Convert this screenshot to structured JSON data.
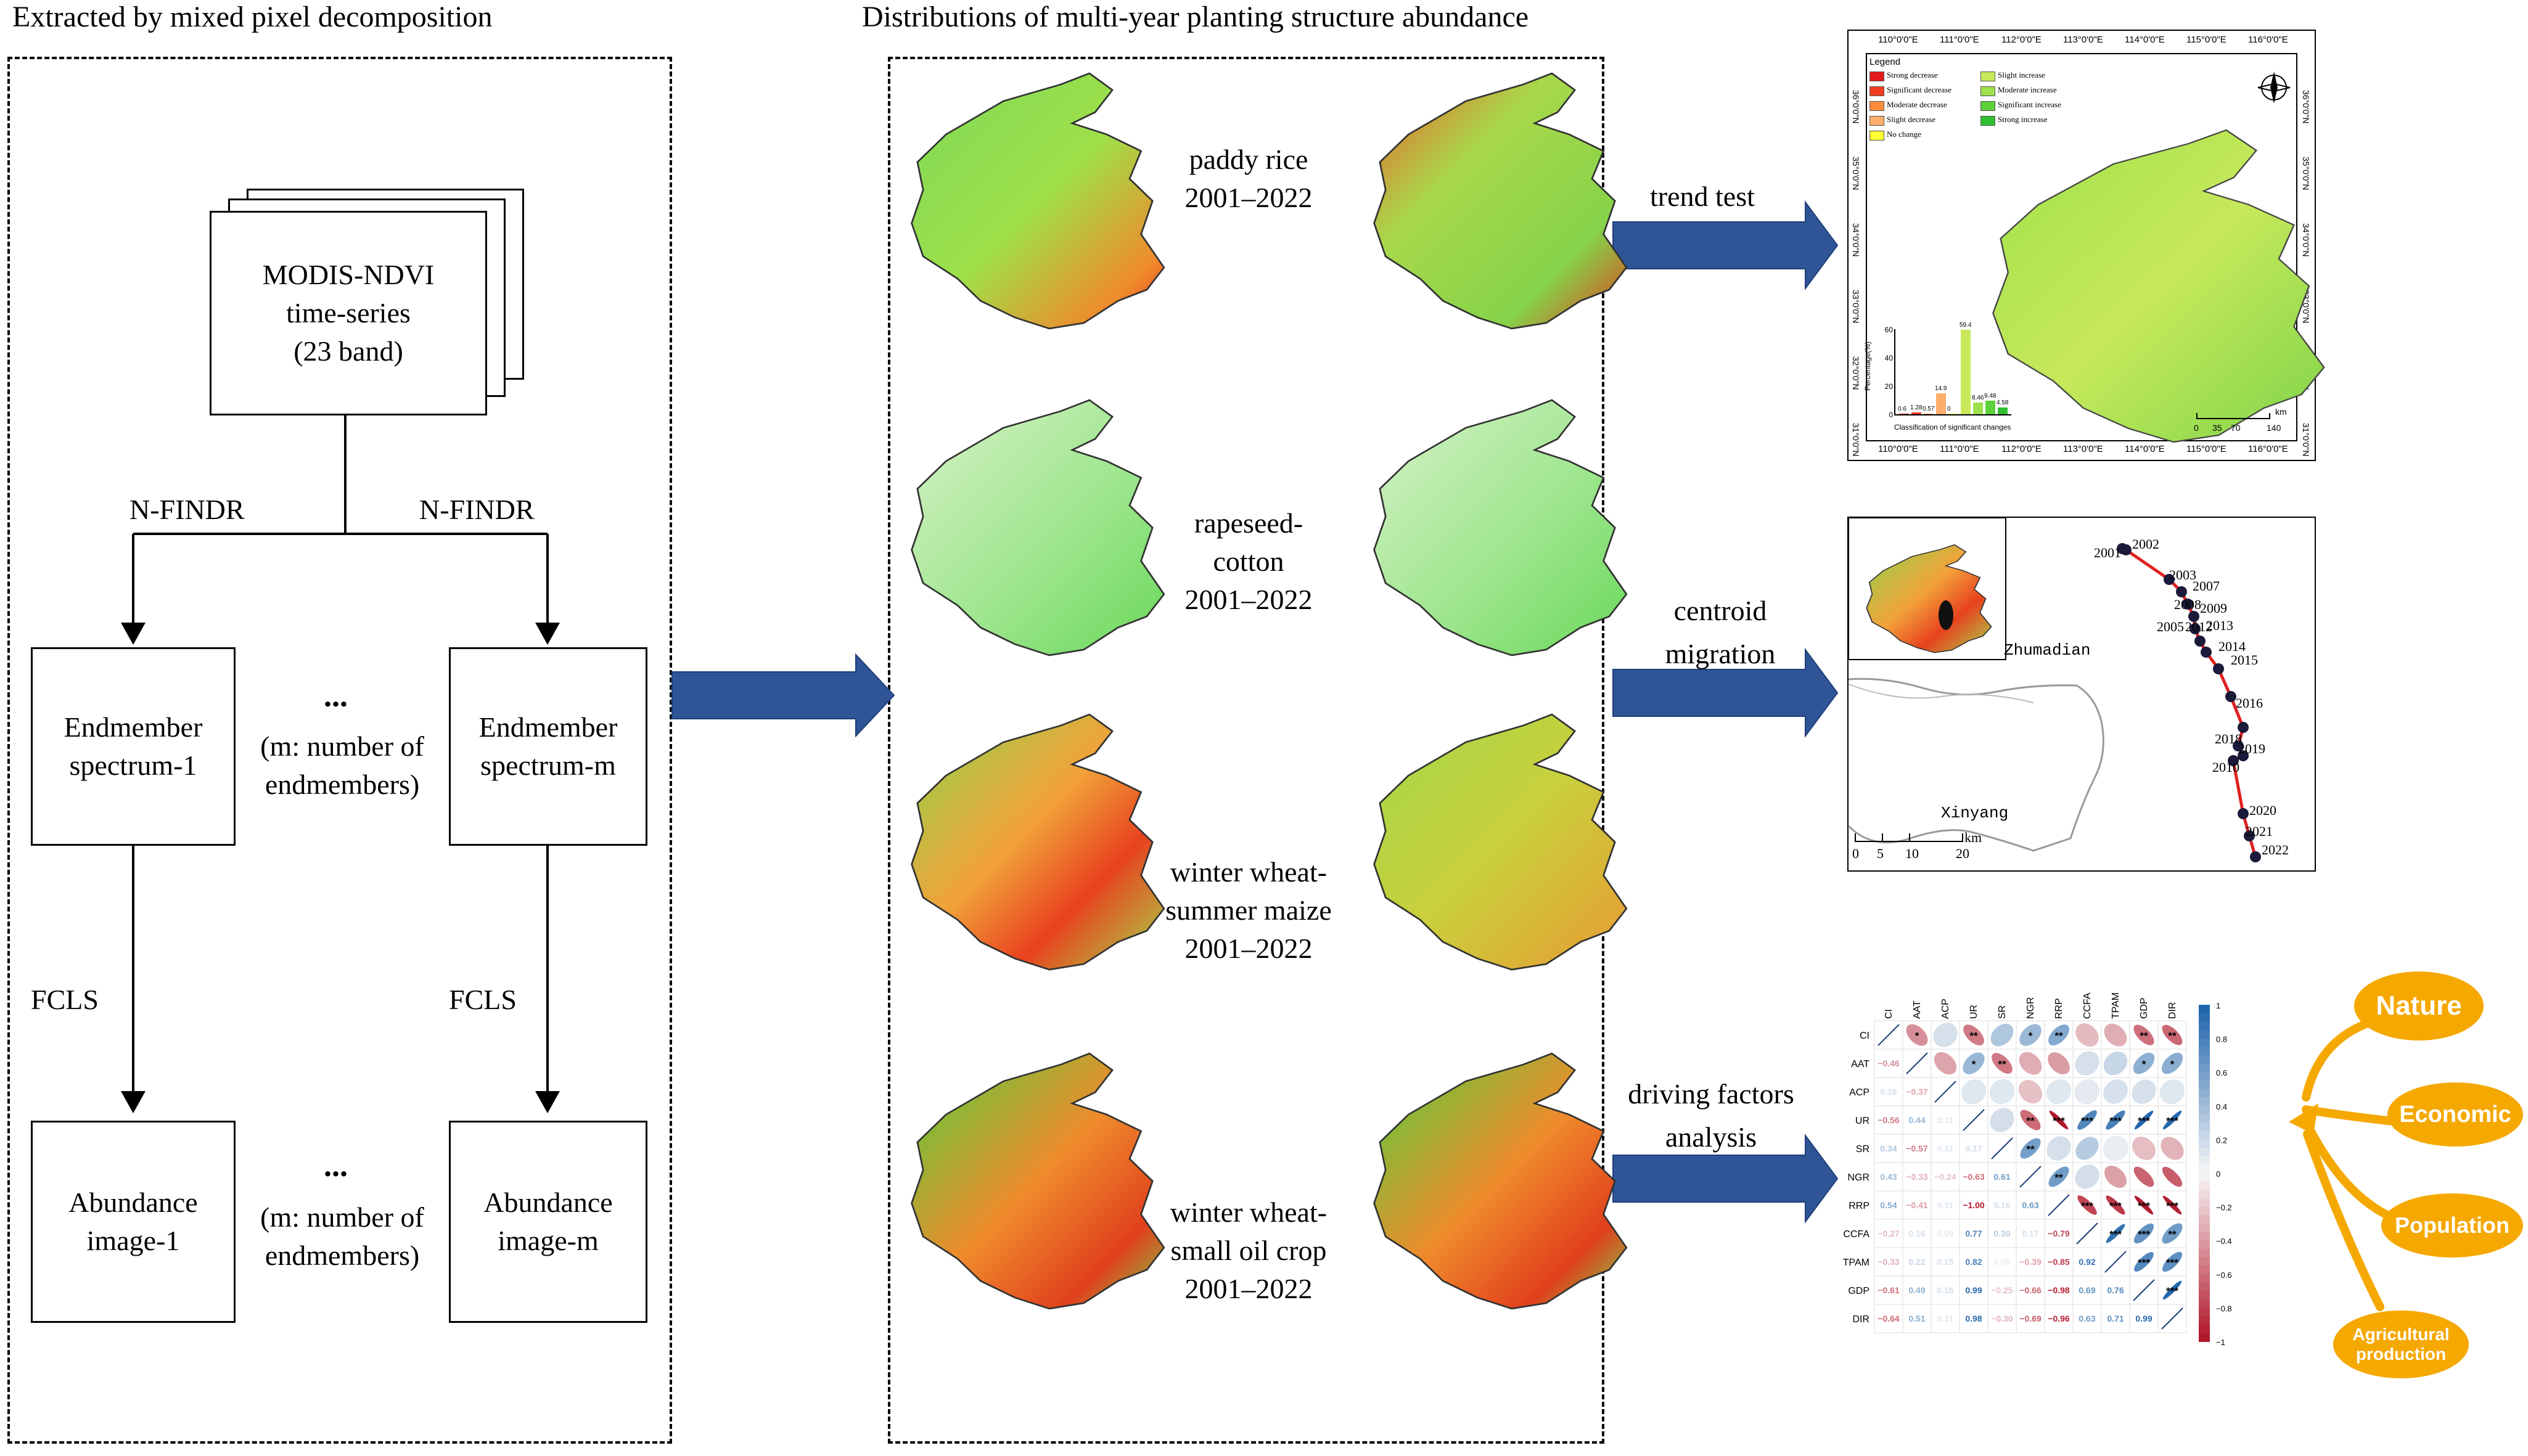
{
  "headings": {
    "left": "Extracted by mixed pixel decomposition",
    "middle": "Distributions of multi-year planting structure abundance"
  },
  "flow": {
    "modis": [
      "MODIS-NDVI",
      "time-series",
      "(23 band)"
    ],
    "nfindr_left": "N-FINDR",
    "nfindr_right": "N-FINDR",
    "end1": [
      "Endmember",
      "spectrum-1"
    ],
    "endm": [
      "Endmember",
      "spectrum-m"
    ],
    "ellipsis": "...",
    "mnote": [
      "(m: number of",
      "endmembers)"
    ],
    "fcls_left": "FCLS",
    "fcls_right": "FCLS",
    "abund1": [
      "Abundance",
      "image-1"
    ],
    "abundm": [
      "Abundance",
      "image-m"
    ]
  },
  "crops": [
    {
      "lines": [
        "paddy rice",
        "2001–2022"
      ]
    },
    {
      "lines": [
        "rapeseed-",
        "cotton",
        "2001–2022"
      ]
    },
    {
      "lines": [
        "winter wheat-",
        "summer maize",
        "2001–2022"
      ]
    },
    {
      "lines": [
        "winter wheat-",
        "small oil crop",
        "2001–2022"
      ]
    }
  ],
  "analyses": {
    "trend": "trend test",
    "centroid": [
      "centroid",
      "migration"
    ],
    "driving": [
      "driving factors",
      "analysis"
    ]
  },
  "trend_map": {
    "lon_ticks": [
      "110°0'0\"E",
      "111°0'0\"E",
      "112°0'0\"E",
      "113°0'0\"E",
      "114°0'0\"E",
      "115°0'0\"E",
      "116°0'0\"E"
    ],
    "lat_ticks": [
      "36°0'0\"N",
      "35°0'0\"N",
      "34°0'0\"N",
      "33°0'0\"N",
      "32°0'0\"N",
      "31°0'0\"N"
    ],
    "legend_title": "Legend",
    "legend": [
      {
        "label": "Strong decrease",
        "color": "#e31a1c"
      },
      {
        "label": "Significant decrease",
        "color": "#f03b20"
      },
      {
        "label": "Moderate decrease",
        "color": "#fd8d3c"
      },
      {
        "label": "Slight decrease",
        "color": "#fdae6b"
      },
      {
        "label": "No change",
        "color": "#ffff33"
      },
      {
        "label": "Slight increase",
        "color": "#c7e95b"
      },
      {
        "label": "Moderate increase",
        "color": "#9ee04a"
      },
      {
        "label": "Significant increase",
        "color": "#5ed13a"
      },
      {
        "label": "Strong increase",
        "color": "#2fbf2f"
      }
    ],
    "hist_ylabel": "Percentage(%)",
    "hist_xlabel": "Classification of significant changes",
    "hist_yticks": [
      "60",
      "40",
      "20",
      "0"
    ],
    "hist_values": [
      0.6,
      1.28,
      0.57,
      14.9,
      0,
      59.4,
      8.46,
      9.48,
      4.58
    ],
    "hist_labels": [
      "0.6",
      "1.28",
      "0.57",
      "14.9",
      "0",
      "59.4",
      "8.46",
      "9.48",
      "4.58"
    ],
    "scale_unit": "km",
    "scale_ticks": [
      "0",
      "35",
      "70",
      "140"
    ]
  },
  "centroid_map": {
    "years": [
      {
        "y": "2001"
      },
      {
        "y": "2002"
      },
      {
        "y": "2003"
      },
      {
        "y": "2007"
      },
      {
        "y": "2008"
      },
      {
        "y": "2009"
      },
      {
        "y": "2005"
      },
      {
        "y": "2012"
      },
      {
        "y": "2013"
      },
      {
        "y": "2014"
      },
      {
        "y": "2015"
      },
      {
        "y": "2016"
      },
      {
        "y": "2018"
      },
      {
        "y": "2019"
      },
      {
        "y": "2010"
      },
      {
        "y": "2020"
      },
      {
        "y": "2021"
      },
      {
        "y": "2022"
      }
    ],
    "place1": "Zhumadian",
    "place2": "Xinyang",
    "scale_unit": "km",
    "scale_ticks": [
      "0",
      "5",
      "10",
      "20"
    ]
  },
  "corr": {
    "vars": [
      "CI",
      "AAT",
      "ACP",
      "UR",
      "SR",
      "NGR",
      "RRP",
      "CCFA",
      "TPAM",
      "GDP",
      "DIR"
    ],
    "lower": [
      [],
      [
        "−0.46"
      ],
      [
        "0.16",
        "−0.37"
      ],
      [
        "−0.56",
        "0.44",
        "0.11"
      ],
      [
        "0.34",
        "−0.57",
        "0.11",
        "0.17"
      ],
      [
        "0.43",
        "−0.33",
        "−0.24",
        "−0.63",
        "0.61"
      ],
      [
        "0.54",
        "−0.41",
        "0.11",
        "−1.00",
        "0.16",
        "0.63"
      ],
      [
        "−0.27",
        "0.16",
        "0.09",
        "0.77",
        "0.30",
        "0.17",
        "−0.79"
      ],
      [
        "−0.33",
        "0.22",
        "0.15",
        "0.82",
        "0.06",
        "−0.39",
        "−0.85",
        "0.92"
      ],
      [
        "−0.61",
        "0.49",
        "0.16",
        "0.99",
        "−0.25",
        "−0.66",
        "−0.98",
        "0.69",
        "0.76"
      ],
      [
        "−0.64",
        "0.51",
        "0.11",
        "0.98",
        "−0.30",
        "−0.69",
        "−0.96",
        "0.63",
        "0.71",
        "0.99"
      ]
    ],
    "stars": [
      [
        null,
        "*",
        null,
        "**",
        null,
        "*",
        "**",
        null,
        null,
        "**",
        "**"
      ],
      [
        null,
        null,
        null,
        "*",
        "**",
        null,
        null,
        null,
        null,
        "*",
        "*"
      ],
      [
        null,
        null,
        null,
        null,
        null,
        null,
        null,
        null,
        null,
        null,
        null
      ],
      [
        null,
        null,
        null,
        null,
        null,
        "**",
        "***",
        "***",
        "***",
        "***",
        "***"
      ],
      [
        null,
        null,
        null,
        null,
        null,
        "**",
        null,
        null,
        null,
        null,
        null
      ],
      [
        null,
        null,
        null,
        null,
        null,
        null,
        "**",
        null,
        null,
        null,
        null
      ],
      [
        null,
        null,
        null,
        null,
        null,
        null,
        null,
        "***",
        "***",
        "***",
        "***"
      ],
      [
        null,
        null,
        null,
        null,
        null,
        null,
        null,
        null,
        "***",
        "***",
        "**"
      ],
      [
        null,
        null,
        null,
        null,
        null,
        null,
        null,
        null,
        null,
        "***",
        "***"
      ],
      [
        null,
        null,
        null,
        null,
        null,
        null,
        null,
        null,
        null,
        null,
        "***"
      ],
      [
        null,
        null,
        null,
        null,
        null,
        null,
        null,
        null,
        null,
        null,
        null
      ]
    ],
    "scale_ticks": [
      "1",
      "0.8",
      "0.6",
      "0.4",
      "0.2",
      "0",
      "−0.2",
      "−0.4",
      "−0.6",
      "−0.8",
      "−1"
    ]
  },
  "factors": [
    {
      "label": "Nature"
    },
    {
      "label": "Economic"
    },
    {
      "label": "Population"
    },
    {
      "label": "Agricultural production"
    }
  ],
  "colors": {
    "arrow_blue": "#2f5597",
    "factor_orange": "#f5a800",
    "path_red": "#e02020",
    "corr_pos": "#2166ac",
    "corr_neg": "#b2182b"
  }
}
